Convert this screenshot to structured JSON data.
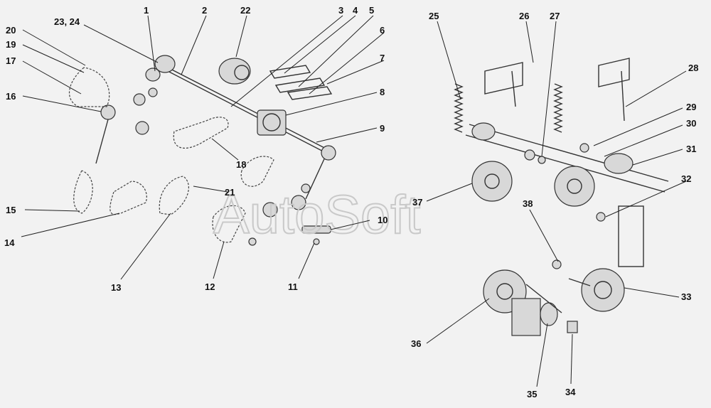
{
  "watermark": "AutoSoft",
  "labels": [
    {
      "id": "1",
      "text": "1"
    },
    {
      "id": "2",
      "text": "2"
    },
    {
      "id": "3",
      "text": "3"
    },
    {
      "id": "4",
      "text": "4"
    },
    {
      "id": "5",
      "text": "5"
    },
    {
      "id": "6",
      "text": "6"
    },
    {
      "id": "7",
      "text": "7"
    },
    {
      "id": "8",
      "text": "8"
    },
    {
      "id": "9",
      "text": "9"
    },
    {
      "id": "10",
      "text": "10"
    },
    {
      "id": "11",
      "text": "11"
    },
    {
      "id": "12",
      "text": "12"
    },
    {
      "id": "13",
      "text": "13"
    },
    {
      "id": "14",
      "text": "14"
    },
    {
      "id": "15",
      "text": "15"
    },
    {
      "id": "16",
      "text": "16"
    },
    {
      "id": "17",
      "text": "17"
    },
    {
      "id": "18",
      "text": "18"
    },
    {
      "id": "19",
      "text": "19"
    },
    {
      "id": "20",
      "text": "20"
    },
    {
      "id": "21",
      "text": "21"
    },
    {
      "id": "22",
      "text": "22"
    },
    {
      "id": "23-24",
      "text": "23, 24"
    },
    {
      "id": "25",
      "text": "25"
    },
    {
      "id": "26",
      "text": "26"
    },
    {
      "id": "27",
      "text": "27"
    },
    {
      "id": "28",
      "text": "28"
    },
    {
      "id": "29",
      "text": "29"
    },
    {
      "id": "30",
      "text": "30"
    },
    {
      "id": "31",
      "text": "31"
    },
    {
      "id": "32",
      "text": "32"
    },
    {
      "id": "33",
      "text": "33"
    },
    {
      "id": "34",
      "text": "34"
    },
    {
      "id": "35",
      "text": "35"
    },
    {
      "id": "36",
      "text": "36"
    },
    {
      "id": "37",
      "text": "37"
    },
    {
      "id": "38",
      "text": "38"
    }
  ]
}
